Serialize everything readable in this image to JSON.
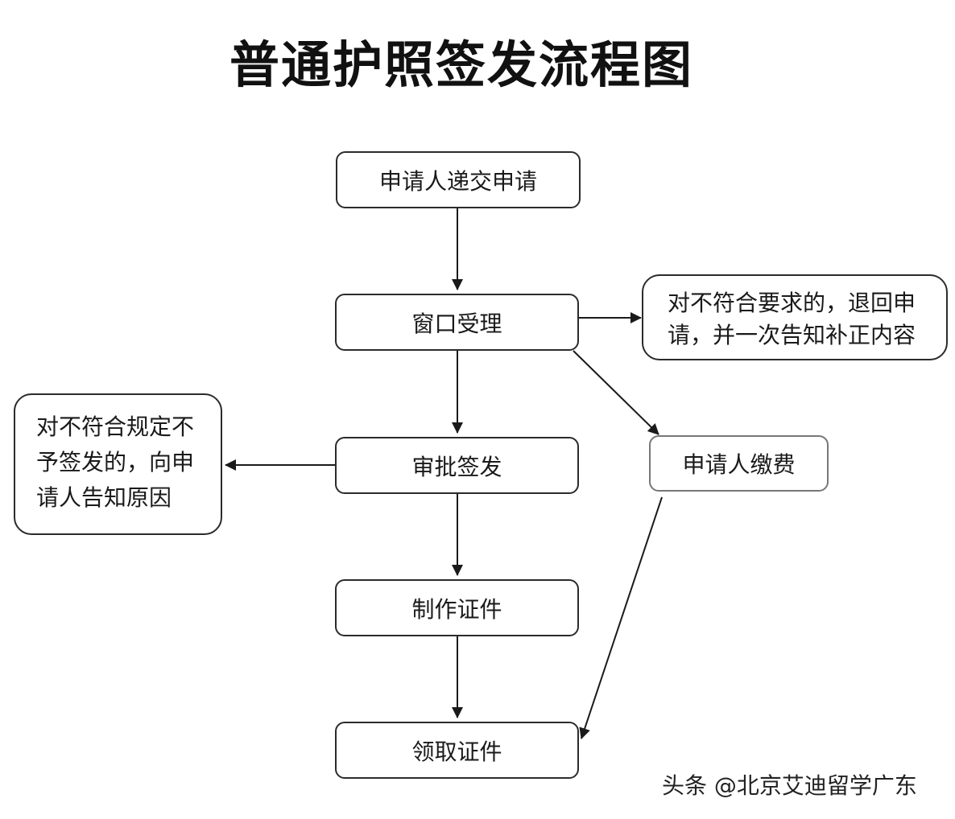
{
  "title": "普通护照签发流程图",
  "nodes": {
    "submit": "申请人递交申请",
    "window": "窗口受理",
    "approve": "审批签发",
    "make": "制作证件",
    "collect": "领取证件",
    "pay": "申请人缴费",
    "reject_window": [
      "对不符合要求的，退回申",
      "请，并一次告知补正内容"
    ],
    "reject_approve": [
      "对不符合规定不",
      "予签发的，向申",
      "请人告知原因"
    ]
  },
  "watermark": "头条 @北京艾迪留学广东"
}
